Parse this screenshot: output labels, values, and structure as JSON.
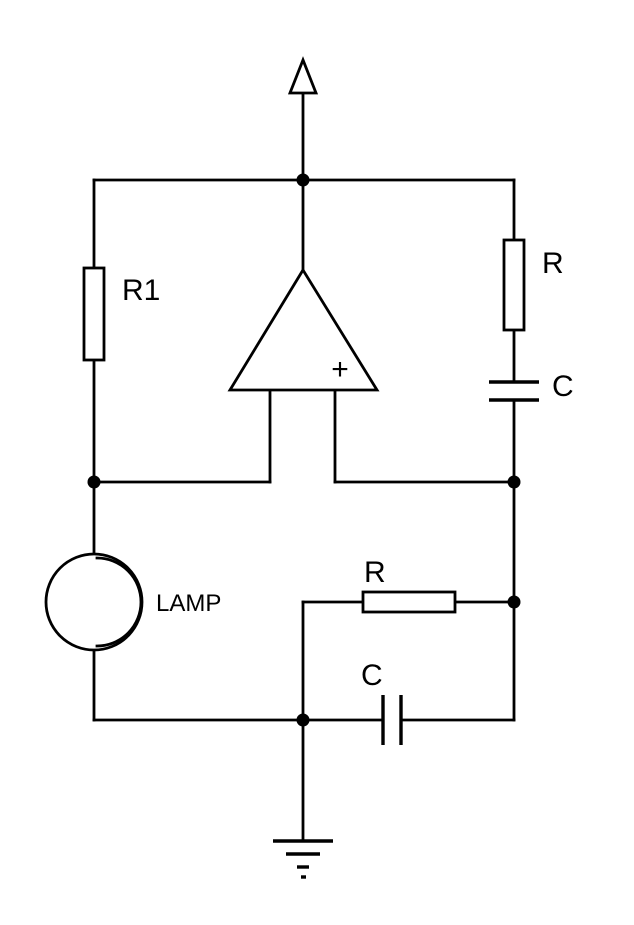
{
  "diagram": {
    "kind": "circuit-schematic",
    "colors": {
      "line": "#000000",
      "background": "#ffffff"
    },
    "components": [
      {
        "id": "resistor-r1",
        "symbol": "resistor-vertical",
        "label": "R1"
      },
      {
        "id": "resistor-right",
        "symbol": "resistor-vertical",
        "label": "R"
      },
      {
        "id": "capacitor-right",
        "symbol": "capacitor-horizontal-plates",
        "label": "C"
      },
      {
        "id": "resistor-feedback",
        "symbol": "resistor-horizontal",
        "label": "R"
      },
      {
        "id": "capacitor-feedback",
        "symbol": "capacitor-vertical-plates",
        "label": "C"
      },
      {
        "id": "lamp",
        "symbol": "lamp-circle",
        "label": "LAMP"
      },
      {
        "id": "opamp-noninverting-input",
        "symbol": "plus-sign",
        "label": "+"
      }
    ],
    "symbols": [
      {
        "name": "power-arrow-icon",
        "shape": "open-triangle-up"
      },
      {
        "name": "opamp-icon",
        "shape": "triangle-apex-up"
      },
      {
        "name": "ground-icon",
        "shape": "three-bar-ground"
      }
    ]
  }
}
